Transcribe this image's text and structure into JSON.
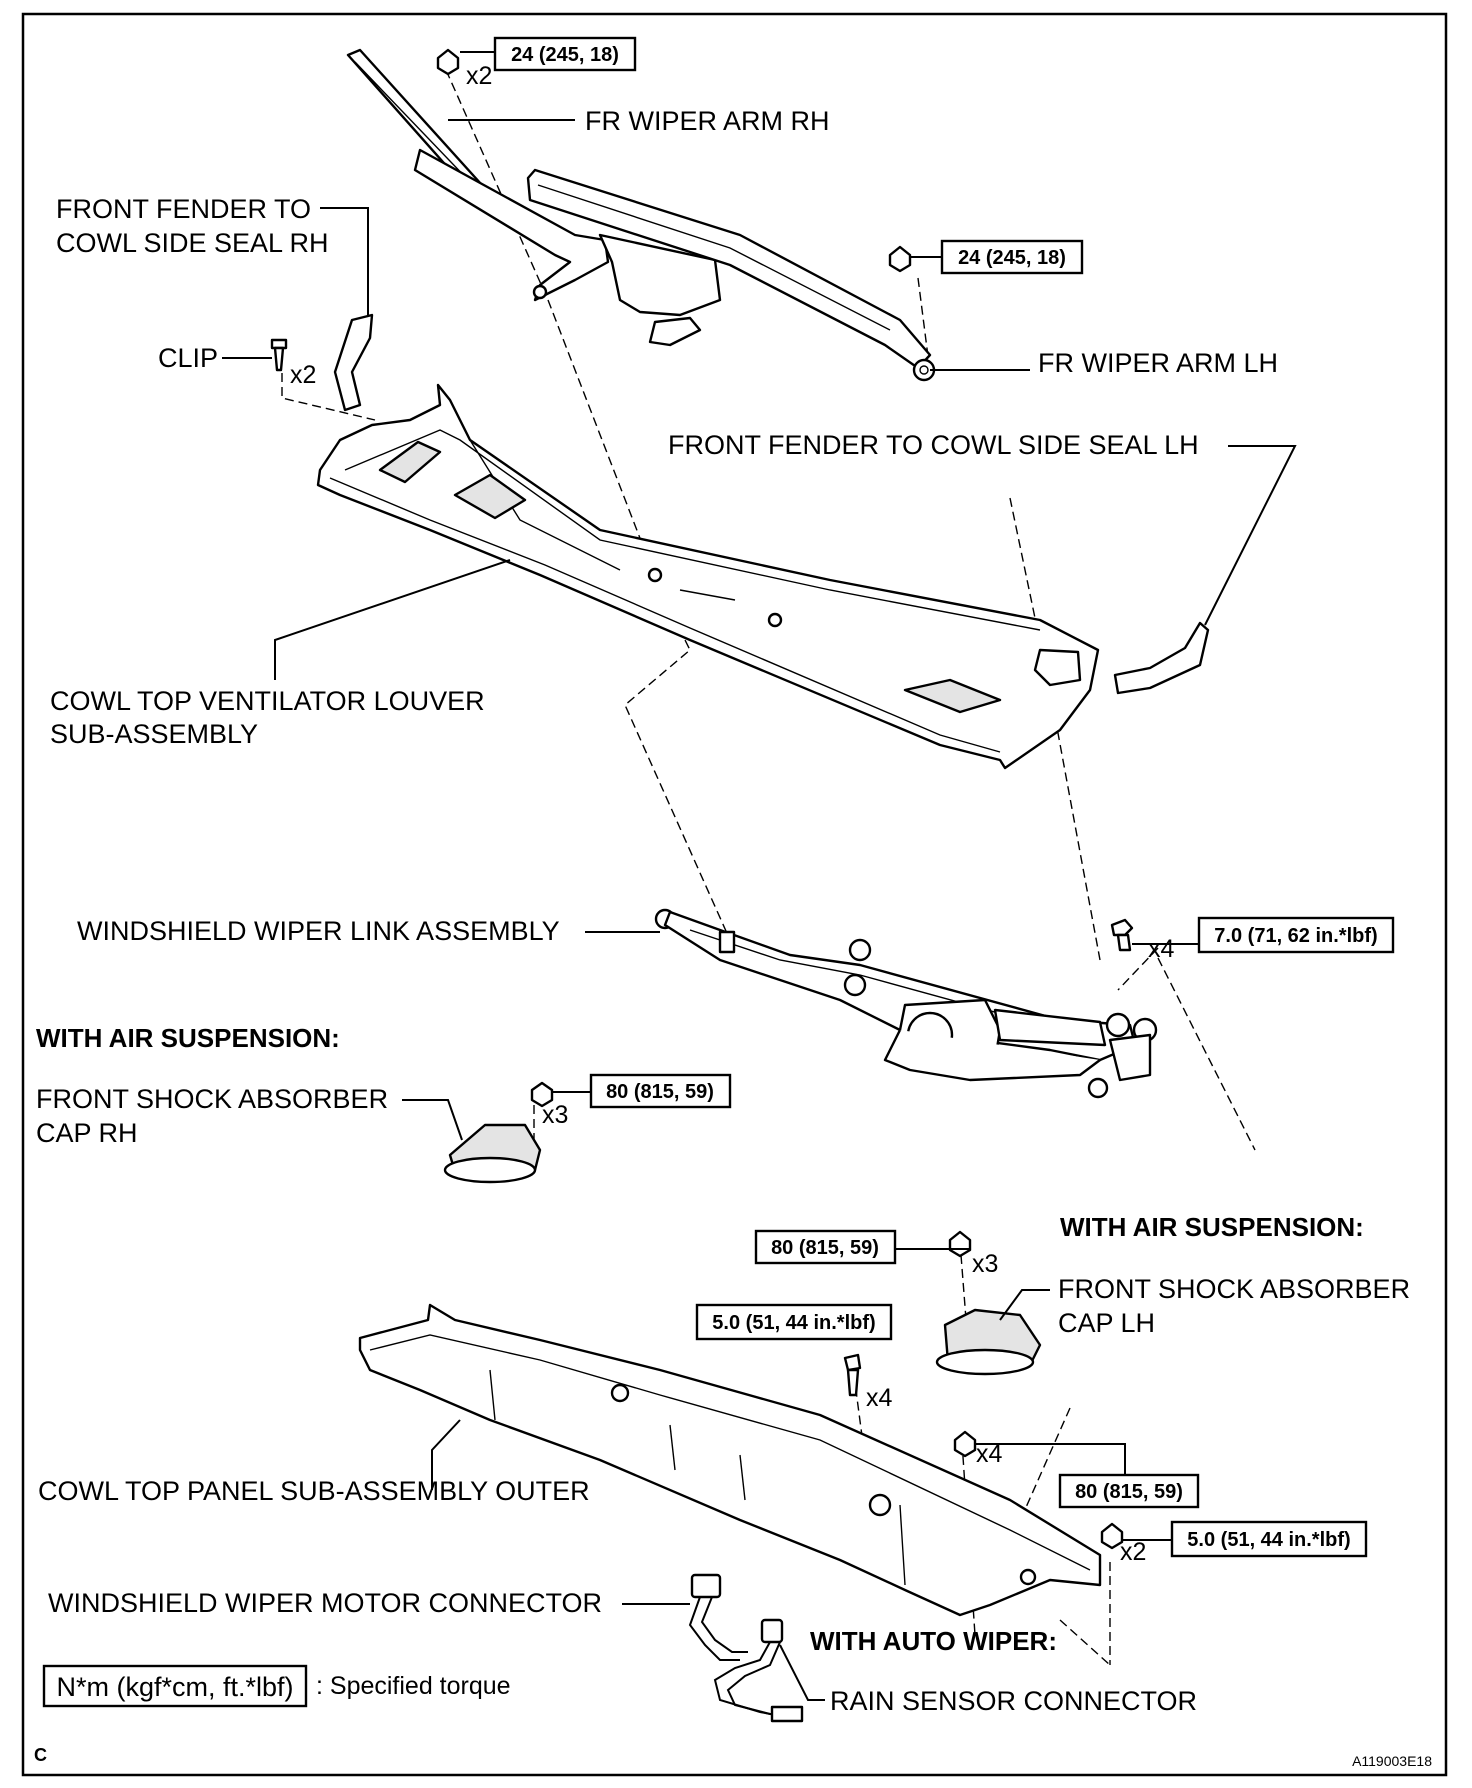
{
  "labels": {
    "fr_wiper_arm_rh": "FR WIPER ARM RH",
    "front_fender_seal_rh_line1": "FRONT FENDER TO",
    "front_fender_seal_rh_line2": "COWL SIDE SEAL RH",
    "clip": "CLIP",
    "fr_wiper_arm_lh": "FR WIPER ARM LH",
    "front_fender_seal_lh": "FRONT FENDER TO COWL SIDE SEAL LH",
    "cowl_louver_line1": "COWL TOP VENTILATOR LOUVER",
    "cowl_louver_line2": "SUB-ASSEMBLY",
    "wiper_link": "WINDSHIELD WIPER LINK ASSEMBLY",
    "with_air_suspension": "WITH AIR SUSPENSION:",
    "shock_cap_rh_line1": "FRONT SHOCK ABSORBER",
    "shock_cap_rh_line2": "CAP RH",
    "shock_cap_lh_line1": "FRONT SHOCK ABSORBER",
    "shock_cap_lh_line2": "CAP LH",
    "cowl_panel": "COWL TOP PANEL SUB-ASSEMBLY OUTER",
    "wiper_motor_connector": "WINDSHIELD WIPER MOTOR CONNECTOR",
    "with_auto_wiper": "WITH AUTO WIPER:",
    "rain_sensor_connector": "RAIN SENSOR CONNECTOR"
  },
  "torques": {
    "arm_rh": "24 (245, 18)",
    "arm_lh": "24 (245, 18)",
    "link": "7.0 (71, 62 in.*lbf)",
    "shock_rh": "80 (815, 59)",
    "shock_lh": "80 (815, 59)",
    "panel_bolt": "5.0 (51, 44 in.*lbf)",
    "panel_nut": "80 (815, 59)",
    "panel_nut_small": "5.0 (51, 44 in.*lbf)"
  },
  "quantities": {
    "arm_rh": "x2",
    "clip": "x2",
    "link": "x4",
    "shock_rh": "x3",
    "shock_lh": "x3",
    "panel_bolt": "x4",
    "panel_nut": "x4",
    "panel_nut_small": "x2"
  },
  "legend": {
    "unit": "N*m (kgf*cm, ft.*lbf)",
    "text": ": Specified torque"
  },
  "footer": {
    "left": "C",
    "right": "A119003E18"
  }
}
